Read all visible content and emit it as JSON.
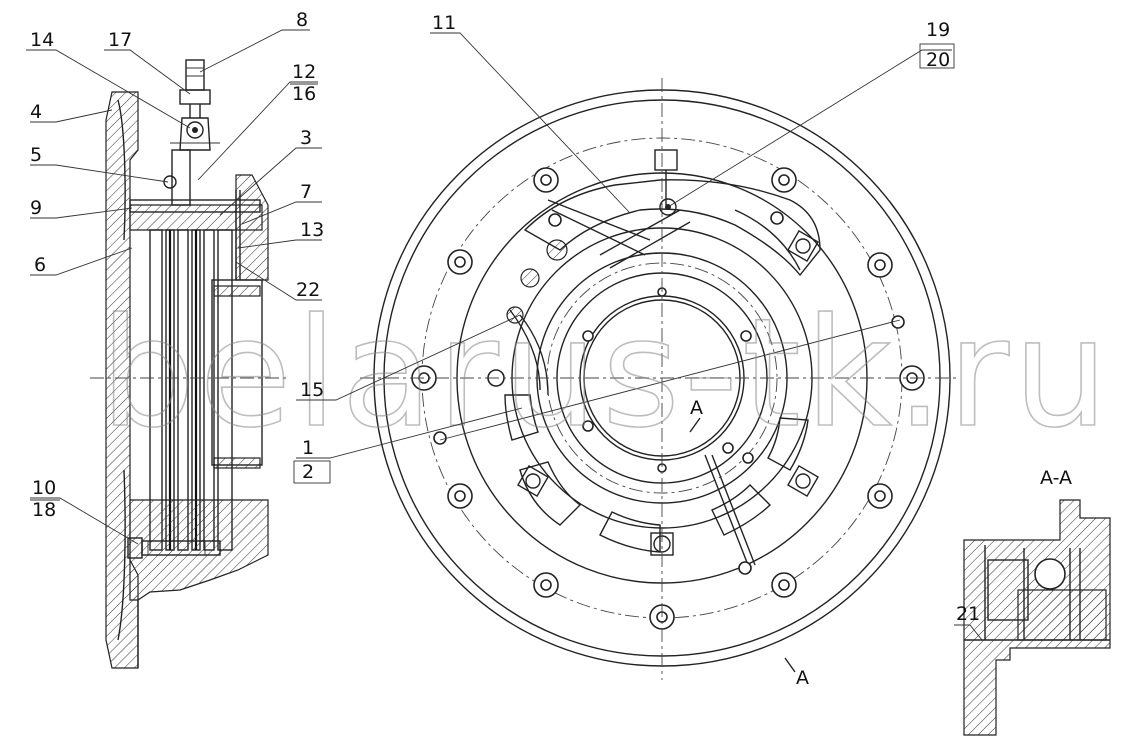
{
  "watermark": "belarus-tk.ru",
  "callouts": [
    {
      "id": "c14",
      "text": "14"
    },
    {
      "id": "c17",
      "text": "17"
    },
    {
      "id": "c8",
      "text": "8"
    },
    {
      "id": "c12",
      "text": "12"
    },
    {
      "id": "c16",
      "text": "16"
    },
    {
      "id": "c4",
      "text": "4"
    },
    {
      "id": "c5",
      "text": "5"
    },
    {
      "id": "c3",
      "text": "3"
    },
    {
      "id": "c9",
      "text": "9"
    },
    {
      "id": "c7",
      "text": "7"
    },
    {
      "id": "c13",
      "text": "13"
    },
    {
      "id": "c6",
      "text": "6"
    },
    {
      "id": "c22",
      "text": "22"
    },
    {
      "id": "c10",
      "text": "10"
    },
    {
      "id": "c18",
      "text": "18"
    },
    {
      "id": "c11",
      "text": "11"
    },
    {
      "id": "c19",
      "text": "19"
    },
    {
      "id": "c20",
      "text": "20"
    },
    {
      "id": "c15",
      "text": "15"
    },
    {
      "id": "c1",
      "text": "1"
    },
    {
      "id": "c2",
      "text": "2"
    },
    {
      "id": "c21",
      "text": "21"
    }
  ],
  "section": {
    "title": "A-A",
    "mark_top": "A",
    "mark_bottom": "A"
  }
}
